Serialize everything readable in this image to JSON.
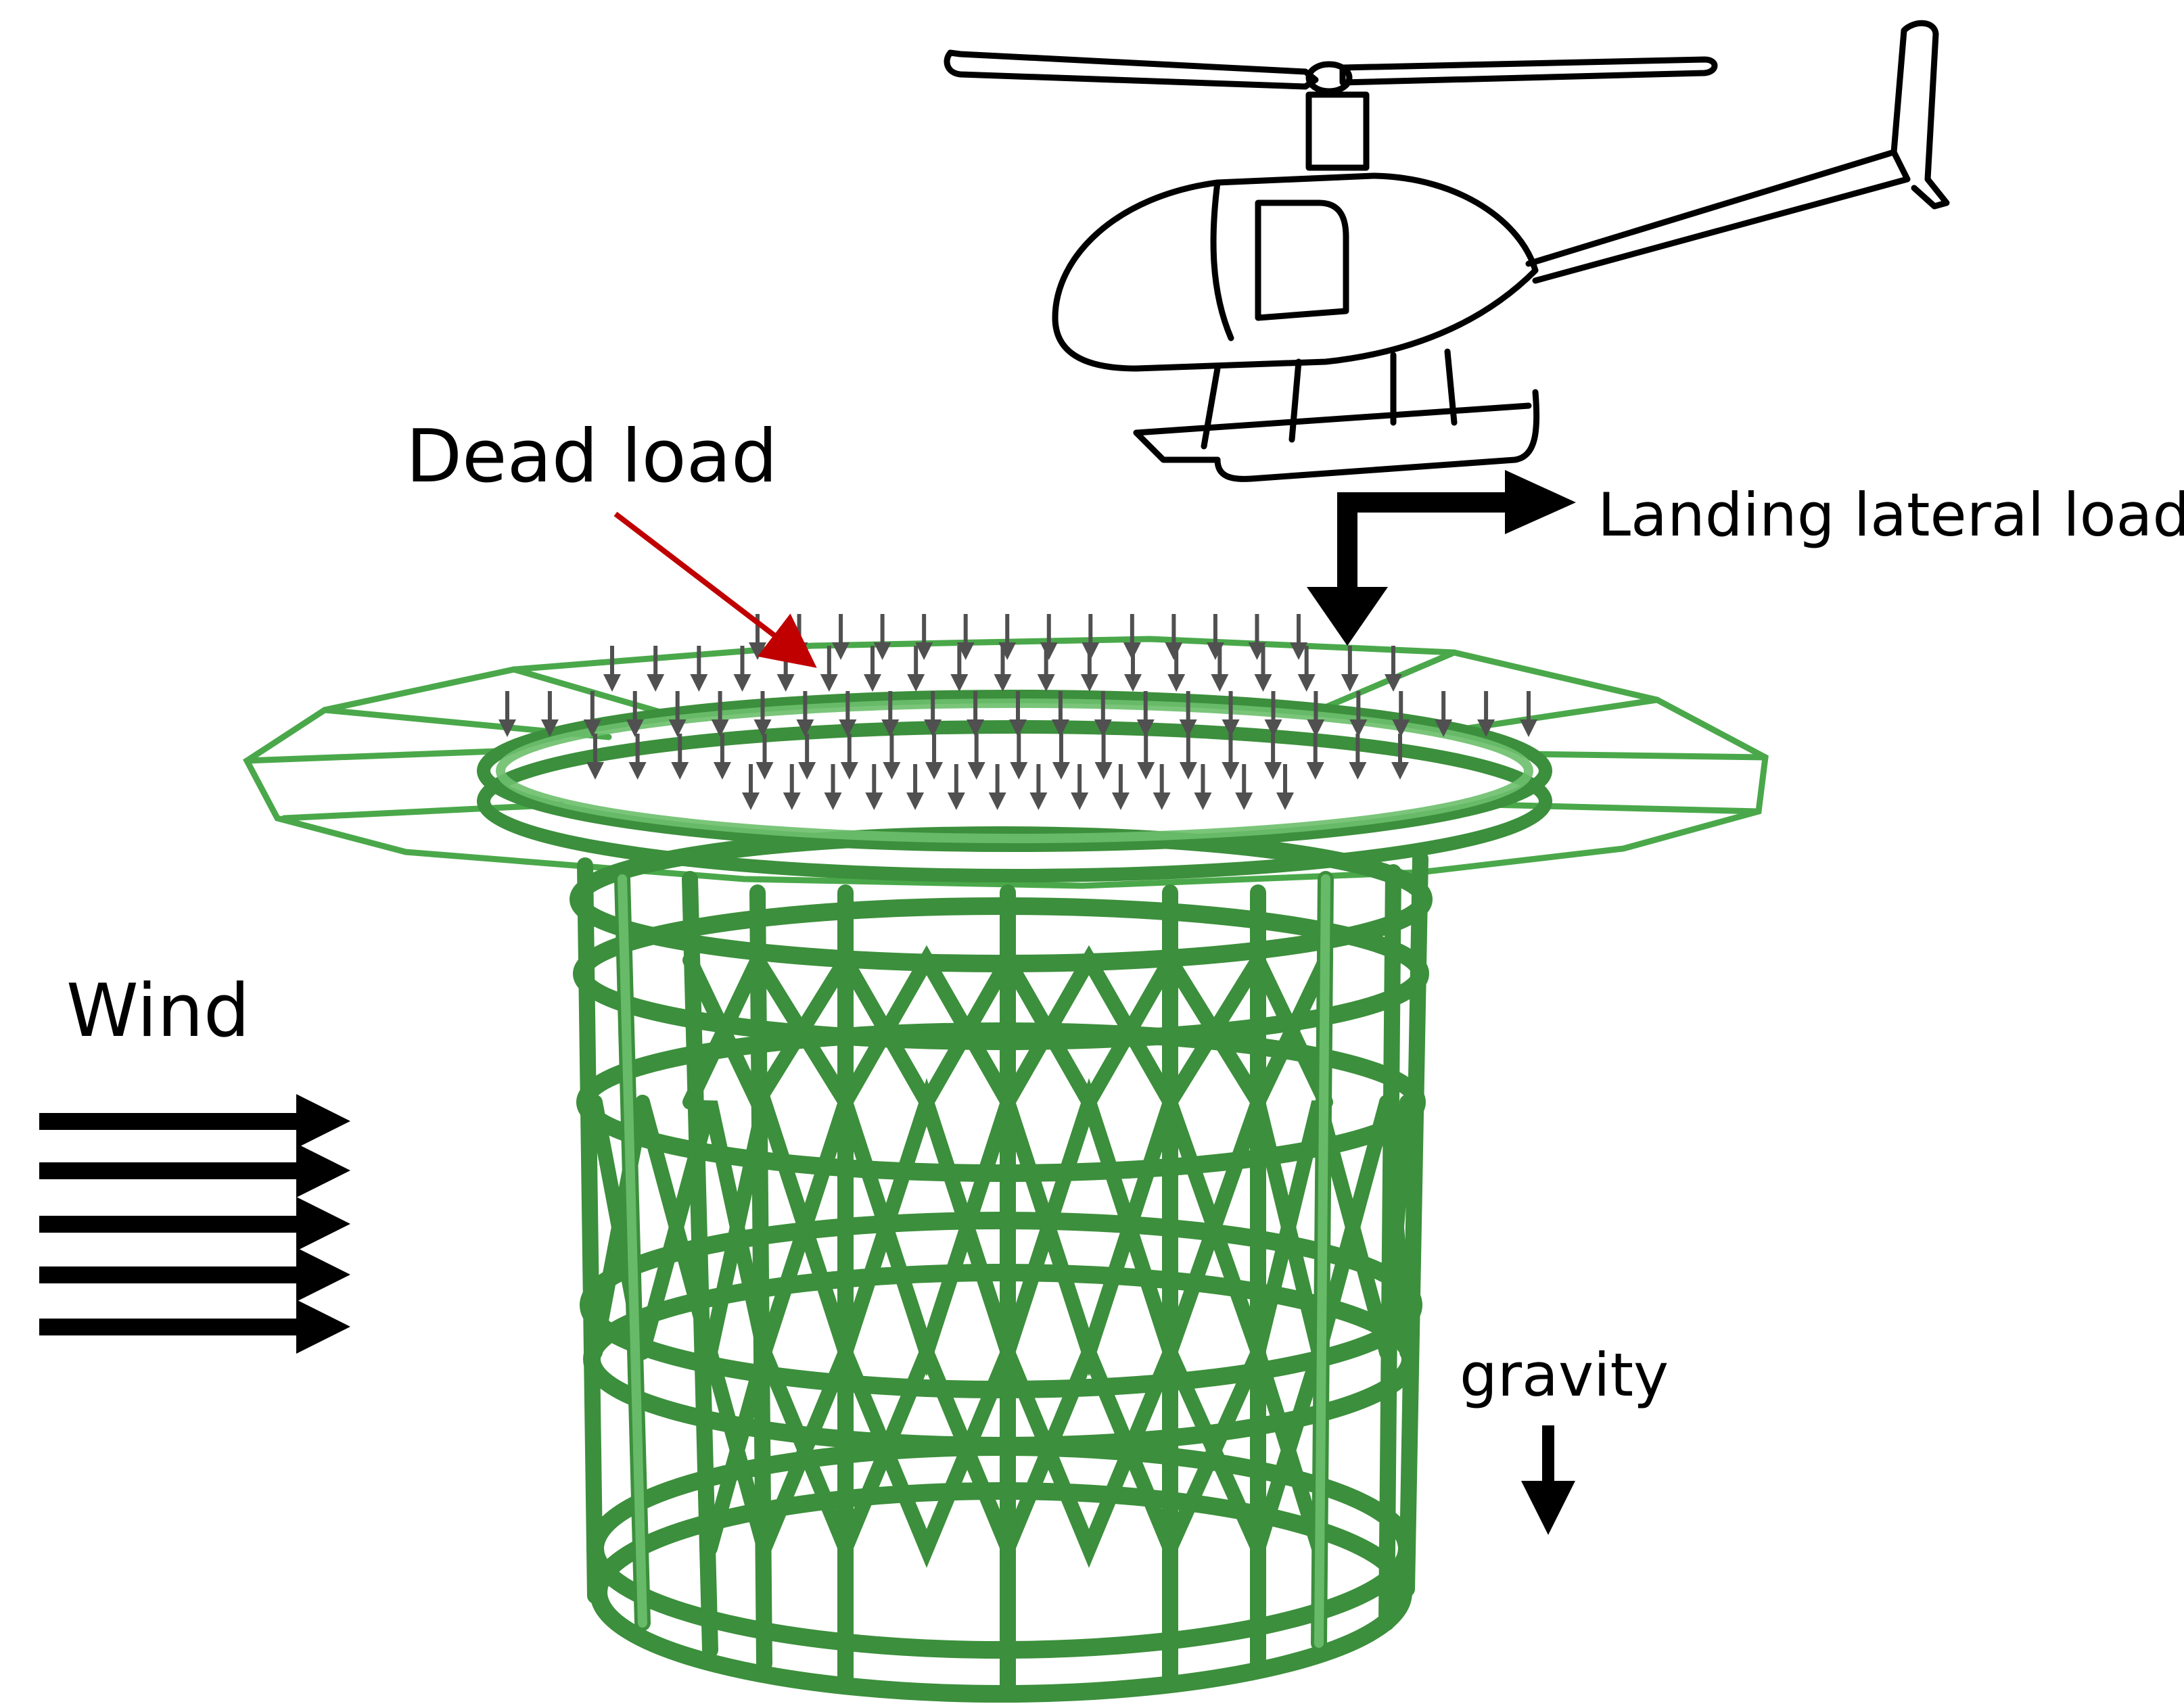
{
  "labels": {
    "dead_load": "Dead load",
    "landing_lateral_load": "Landing lateral load",
    "wind": "Wind",
    "gravity": "gravity"
  },
  "colors": {
    "structure_dark": "#3c8f3c",
    "structure_light": "#6cbf6c",
    "dead_load_arrows": "#505050",
    "pointer": "#c00000",
    "ink": "#000000"
  },
  "icons": {
    "helicopter": "helicopter-icon",
    "helipad_structure": "cylindrical-lattice-tower"
  }
}
